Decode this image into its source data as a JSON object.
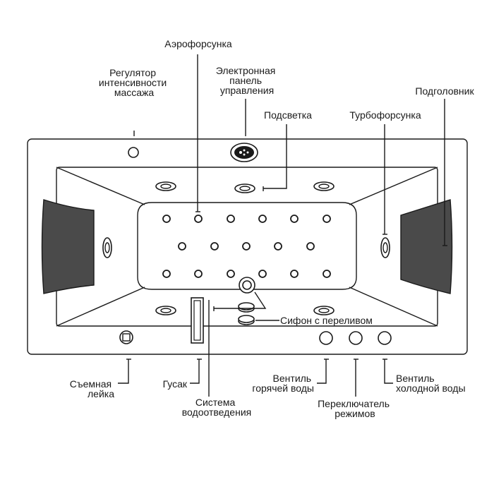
{
  "labels": {
    "aero_jet": "Аэрофорсунка",
    "intensity_regulator": [
      "Регулятор",
      "интенсивности",
      "массажа"
    ],
    "control_panel": [
      "Электронная",
      "панель",
      "управления"
    ],
    "headrest": "Подголовник",
    "backlight": "Подсветка",
    "turbo_jet": "Турбофорсунка",
    "siphon": "Сифон с переливом",
    "shower_head": [
      "Съемная",
      "лейка"
    ],
    "spout": "Гусак",
    "drain_system": [
      "Система",
      "водоотведения"
    ],
    "hot_valve": [
      "Вентиль",
      "горячей воды"
    ],
    "mode_switch": [
      "Переключатель",
      "режимов"
    ],
    "cold_valve": [
      "Вентиль",
      "холодной воды"
    ]
  },
  "colors": {
    "stroke": "#1a1a1a",
    "headrest_fill": "#4a4a4a",
    "background": "#ffffff"
  }
}
